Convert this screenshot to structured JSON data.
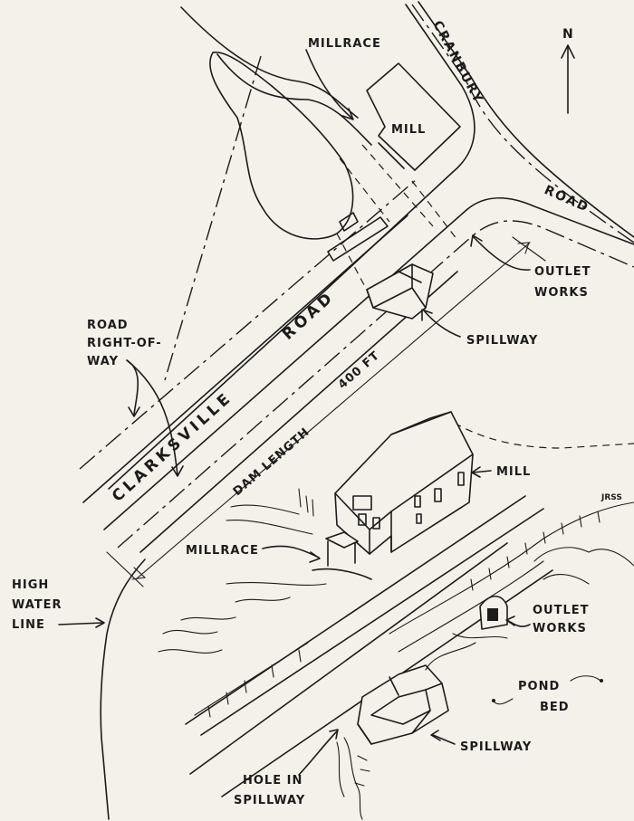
{
  "plan_view": {
    "millrace": "MILLRACE",
    "mill": "MILL",
    "cranbury": "CRANBURY",
    "road_right": "ROAD",
    "outlet_works_1": "OUTLET",
    "outlet_works_2": "WORKS",
    "spillway": "SPILLWAY",
    "road_row_1": "ROAD",
    "road_row_2": "RIGHT-OF-",
    "road_row_3": "WAY",
    "clarksville": "CLARKSVILLE",
    "clarksville_road": "ROAD",
    "dam_length": "DAM LENGTH",
    "dam_length_value": "400 FT",
    "north": "N"
  },
  "perspective_view": {
    "mill": "MILL",
    "millrace": "MILLRACE",
    "high_water_1": "HIGH",
    "high_water_2": "WATER",
    "high_water_3": "LINE",
    "outlet_works_1": "OUTLET",
    "outlet_works_2": "WORKS",
    "pond_bed_1": "POND",
    "pond_bed_2": "BED",
    "spillway": "SPILLWAY",
    "hole_1": "HOLE IN",
    "hole_2": "SPILLWAY",
    "initials": "JRSS"
  }
}
